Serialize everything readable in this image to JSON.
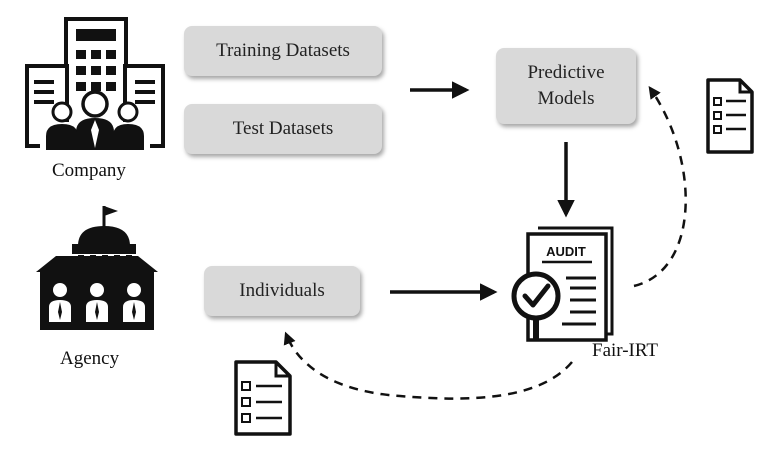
{
  "actors": {
    "company": "Company",
    "agency": "Agency"
  },
  "boxes": {
    "training": "Training Datasets",
    "test": "Test Datasets",
    "models_line1": "Predictive",
    "models_line2": "Models",
    "individuals": "Individuals"
  },
  "audit": {
    "stamp": "AUDIT",
    "name": "Fair-IRT"
  },
  "icons": {
    "company": "office-building-with-people-icon",
    "agency": "government-building-icon",
    "audit": "audit-checklist-icon",
    "report": "document-checklist-icon"
  },
  "colors": {
    "box_fill": "#d9d9d9",
    "ink": "#111111"
  }
}
